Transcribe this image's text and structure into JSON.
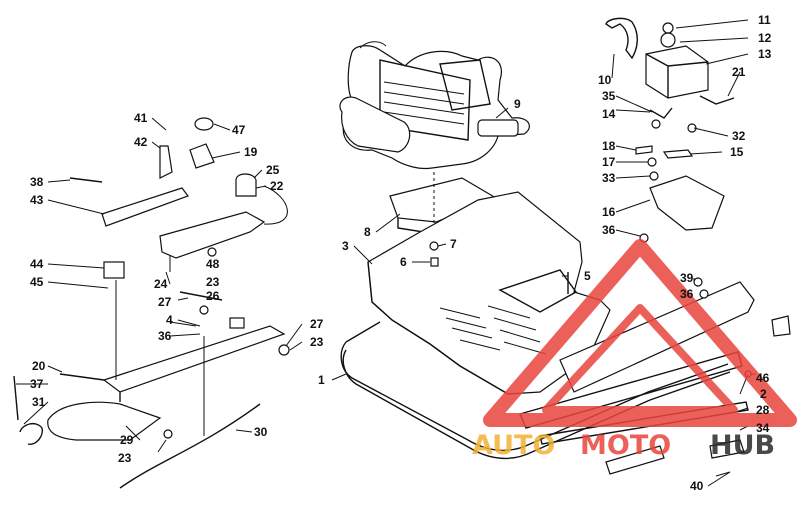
{
  "labels": [
    {
      "id": "1",
      "text": "1"
    },
    {
      "id": "2",
      "text": "2"
    },
    {
      "id": "3",
      "text": "3"
    },
    {
      "id": "4",
      "text": "4"
    },
    {
      "id": "5",
      "text": "5"
    },
    {
      "id": "6",
      "text": "6"
    },
    {
      "id": "7",
      "text": "7"
    },
    {
      "id": "8",
      "text": "8"
    },
    {
      "id": "9",
      "text": "9"
    },
    {
      "id": "10",
      "text": "10"
    },
    {
      "id": "11",
      "text": "11"
    },
    {
      "id": "12",
      "text": "12"
    },
    {
      "id": "13",
      "text": "13"
    },
    {
      "id": "14",
      "text": "14"
    },
    {
      "id": "15",
      "text": "15"
    },
    {
      "id": "16",
      "text": "16"
    },
    {
      "id": "17",
      "text": "17"
    },
    {
      "id": "18",
      "text": "18"
    },
    {
      "id": "19",
      "text": "19"
    },
    {
      "id": "20",
      "text": "20"
    },
    {
      "id": "21",
      "text": "21"
    },
    {
      "id": "22",
      "text": "22"
    },
    {
      "id": "23a",
      "text": "23"
    },
    {
      "id": "23b",
      "text": "23"
    },
    {
      "id": "23c",
      "text": "23"
    },
    {
      "id": "24",
      "text": "24"
    },
    {
      "id": "25",
      "text": "25"
    },
    {
      "id": "26",
      "text": "26"
    },
    {
      "id": "27a",
      "text": "27"
    },
    {
      "id": "27b",
      "text": "27"
    },
    {
      "id": "28",
      "text": "28"
    },
    {
      "id": "29",
      "text": "29"
    },
    {
      "id": "30",
      "text": "30"
    },
    {
      "id": "31",
      "text": "31"
    },
    {
      "id": "32",
      "text": "32"
    },
    {
      "id": "33",
      "text": "33"
    },
    {
      "id": "34",
      "text": "34"
    },
    {
      "id": "35",
      "text": "35"
    },
    {
      "id": "36a",
      "text": "36"
    },
    {
      "id": "36b",
      "text": "36"
    },
    {
      "id": "36c",
      "text": "36"
    },
    {
      "id": "37",
      "text": "37"
    },
    {
      "id": "38",
      "text": "38"
    },
    {
      "id": "39",
      "text": "39"
    },
    {
      "id": "40",
      "text": "40"
    },
    {
      "id": "41",
      "text": "41"
    },
    {
      "id": "42",
      "text": "42"
    },
    {
      "id": "43",
      "text": "43"
    },
    {
      "id": "44",
      "text": "44"
    },
    {
      "id": "45",
      "text": "45"
    },
    {
      "id": "46",
      "text": "46"
    },
    {
      "id": "47",
      "text": "47"
    },
    {
      "id": "48",
      "text": "48"
    }
  ],
  "watermark": {
    "auto": "AUTO",
    "moto": "MOTO",
    "hub": "HUB",
    "colors": {
      "auto": "#f2b233",
      "moto": "#e8453c",
      "hub": "#2a2a2a",
      "triangle": "#e8453c"
    }
  }
}
